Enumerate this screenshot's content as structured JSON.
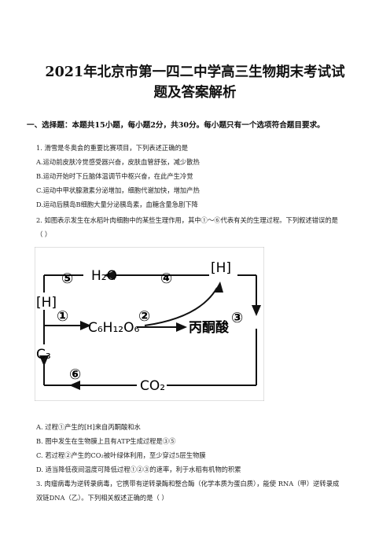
{
  "title": {
    "line1": "2021年北京市第一四二中学高三生物期末考试试",
    "line2": "题及答案解析"
  },
  "section_header": "一、选择题：本题共15小题，每小题2分，共30分。每小题只有一个选项符合题目要求。",
  "q1": {
    "stem": "1. 滑雪是冬奥会的重要比赛项目，下列表述正确的是",
    "options": [
      "A.运动前皮肤冷觉感受器兴奋，皮肤血管舒张，减少散热",
      "B.运动开始时下丘脑体温调节中枢兴奋，在此产生冷觉",
      "C.运动中甲状腺激素分泌增加，细胞代谢加快，增加产热",
      "D.运动后胰岛B细胞大量分泌胰岛素，血糖含量急剧下降"
    ]
  },
  "q2": {
    "stem_line1": "2. 如图表示发生在水稻叶肉细胞中的某些生理作用，其中①～⑥代表有关的生理过程。下列叙述错误的是",
    "stem_line2": "（     ）",
    "options": [
      "A. 过程①产生的[H]来自丙酮酸和水",
      "B. 图中发生在生物膜上且有ATP生成过程是③⑤",
      "C. 若过程②产生的CO₂被叶绿体利用，至少穿过5层生物膜",
      "D. 适当降低夜间温度可降低过程①②③的速率，利于水稻有机物的积累"
    ]
  },
  "diagram": {
    "labels": {
      "h2o": "H₂O",
      "h_top": "[H]",
      "h_left": "[H]",
      "glucose": "C₆H₁₂O₆",
      "pyruvate": "丙酮酸",
      "c3": "C₃",
      "co2": "CO₂"
    },
    "steps": [
      "①",
      "②",
      "③",
      "④",
      "⑤",
      "⑥"
    ]
  },
  "q3": {
    "line1": "3. 肉瘤病毒为逆转录病毒，它携带有逆转录酶和整合酶（化学本质为蛋白质），能使 RNA（甲）逆转录成",
    "line2": "双链DNA（乙）。下列相关叙述正确的是（     ）"
  }
}
